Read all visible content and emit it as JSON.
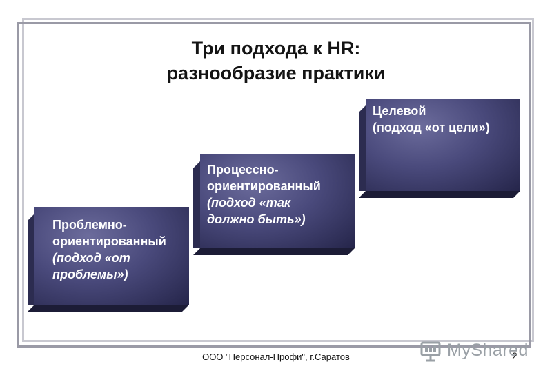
{
  "slide": {
    "title_line1": "Три подхода к HR:",
    "title_line2": "разнообразие практики",
    "boxes": [
      {
        "line1": "Проблемно-",
        "line2": "ориентированный",
        "line3": "(подход «от",
        "line4": "проблемы»)"
      },
      {
        "line1": "Процессно-",
        "line2": "ориентированный",
        "line3": "(подход «так",
        "line4": "должно быть»)"
      },
      {
        "line1": "Целевой",
        "line2": "(подход «от цели»)"
      }
    ],
    "footer": "ООО \"Персонал-Профи\", г.Саратов",
    "page_number": "2",
    "watermark": "MyShared"
  }
}
